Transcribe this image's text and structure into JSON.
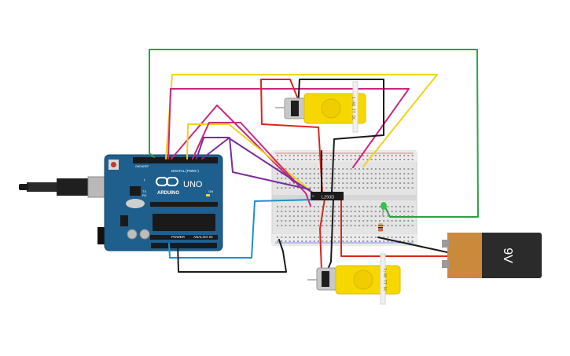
{
  "board": {
    "brand": "ARDUINO",
    "model": "UNO",
    "digital_label": "DIGITAL (PWM~)",
    "power_label": "POWER",
    "analog_label": "ANALOG IN",
    "tx": "TX",
    "rx": "RX",
    "l": "L",
    "on": "ON",
    "aref": "AREF",
    "gnd": "GND"
  },
  "ic": {
    "label": "L293D"
  },
  "motors": {
    "top_label": "1:48 TT DC",
    "bottom_label": "1:48 TT DC"
  },
  "battery": {
    "label": "9V"
  },
  "colors": {
    "board": "#1f5f8e",
    "breadboard": "#e6e6e6",
    "motor_body": "#f6d800",
    "battery_top": "#c98a3c",
    "battery_body": "#2b2b2b",
    "wire_green": "#2ea043",
    "wire_yellow": "#f1d21a",
    "wire_magenta": "#c9297d",
    "wire_purple": "#7a2d9c",
    "wire_red": "#d9261c",
    "wire_black": "#1a1a1a",
    "wire_blue": "#1c92c8",
    "led": "#38c24a"
  }
}
